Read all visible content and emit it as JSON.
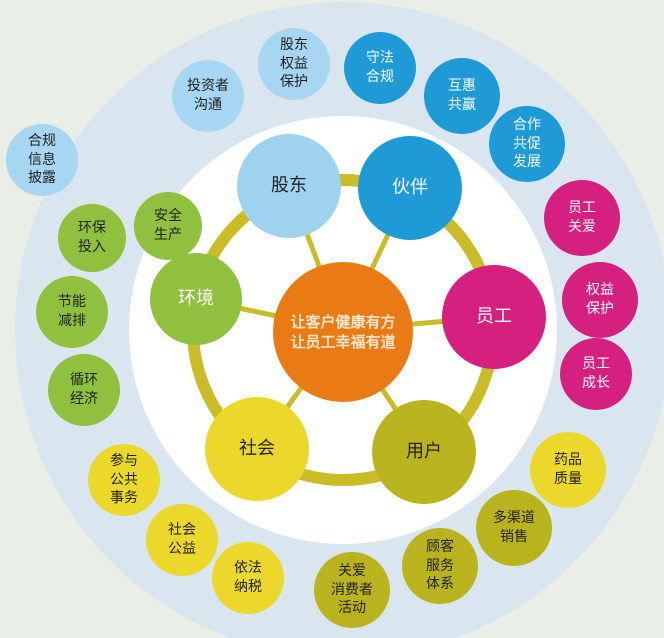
{
  "center": {
    "text": "让客户健康有方\n让员工幸福有道"
  },
  "stakeholders": [
    {
      "key": "shareholder",
      "label": "股东",
      "color": "#9fd2ef"
    },
    {
      "key": "partner",
      "label": "伙伴",
      "color": "#1e9ad6"
    },
    {
      "key": "employee",
      "label": "员工",
      "color": "#d6207f"
    },
    {
      "key": "user",
      "label": "用户",
      "color": "#b9b41d"
    },
    {
      "key": "society",
      "label": "社会",
      "color": "#ebd82a"
    },
    {
      "key": "environment",
      "label": "环境",
      "color": "#8fc03e"
    }
  ],
  "topics": [
    {
      "label": "股东\n权益\n保护",
      "color": "#a6d6f2"
    },
    {
      "label": "投资者\n沟通",
      "color": "#a6d6f2"
    },
    {
      "label": "合规\n信息\n披露",
      "color": "#a6d6f2"
    },
    {
      "label": "守法\n合规",
      "color": "#1e9ad6"
    },
    {
      "label": "互惠\n共赢",
      "color": "#1e9ad6"
    },
    {
      "label": "合作\n共促\n发展",
      "color": "#1e9ad6"
    },
    {
      "label": "员工\n关爱",
      "color": "#d6207f"
    },
    {
      "label": "权益\n保护",
      "color": "#d6207f"
    },
    {
      "label": "员工\n成长",
      "color": "#d6207f"
    },
    {
      "label": "药品\n质量",
      "color": "#ebd82a"
    },
    {
      "label": "多渠道\n销售",
      "color": "#b9b41d"
    },
    {
      "label": "顾客\n服务\n体系",
      "color": "#b9b41d"
    },
    {
      "label": "关爱\n消费者\n活动",
      "color": "#b9b41d"
    },
    {
      "label": "依法\n纳税",
      "color": "#ebd82a"
    },
    {
      "label": "社会\n公益",
      "color": "#ebd82a"
    },
    {
      "label": "参与\n公共\n事务",
      "color": "#ebd82a"
    },
    {
      "label": "循环\n经济",
      "color": "#8fc03e"
    },
    {
      "label": "节能\n减排",
      "color": "#8fc03e"
    },
    {
      "label": "安全\n生产",
      "color": "#8fc03e"
    },
    {
      "label": "环保\n投入",
      "color": "#8fc03e"
    }
  ],
  "colors": {
    "center": "#ea7a14",
    "ring": "#c9bc26",
    "outer_ring": "#d9e5ef",
    "inner_disk": "#ffffff"
  }
}
